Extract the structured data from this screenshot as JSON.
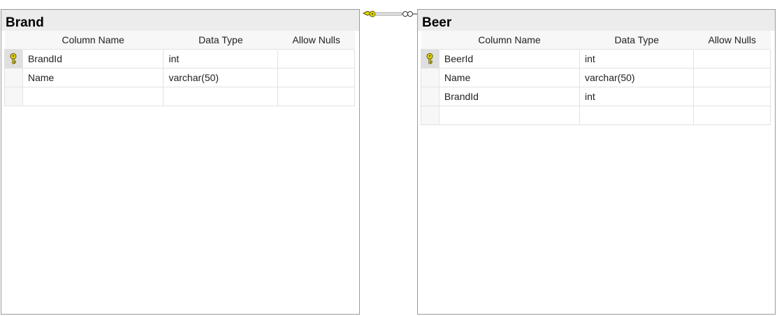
{
  "tables": {
    "brand": {
      "title": "Brand",
      "headers": {
        "name": "Column Name",
        "type": "Data Type",
        "nulls": "Allow Nulls"
      },
      "rows": [
        {
          "name": "BrandId",
          "type": "int",
          "nulls": ""
        },
        {
          "name": "Name",
          "type": "varchar(50)",
          "nulls": ""
        },
        {
          "name": "",
          "type": "",
          "nulls": ""
        }
      ]
    },
    "beer": {
      "title": "Beer",
      "headers": {
        "name": "Column Name",
        "type": "Data Type",
        "nulls": "Allow Nulls"
      },
      "rows": [
        {
          "name": "BeerId",
          "type": "int",
          "nulls": ""
        },
        {
          "name": "Name",
          "type": "varchar(50)",
          "nulls": ""
        },
        {
          "name": "BrandId",
          "type": "int",
          "nulls": ""
        },
        {
          "name": "",
          "type": "",
          "nulls": ""
        }
      ]
    }
  },
  "icons": {
    "primary_key": "primary-key-icon",
    "relationship": "relationship-line"
  },
  "colors": {
    "key_yellow": "#e6d600",
    "key_outline": "#5a5200",
    "header_bg": "#ececec",
    "border": "#9a9a9a"
  }
}
